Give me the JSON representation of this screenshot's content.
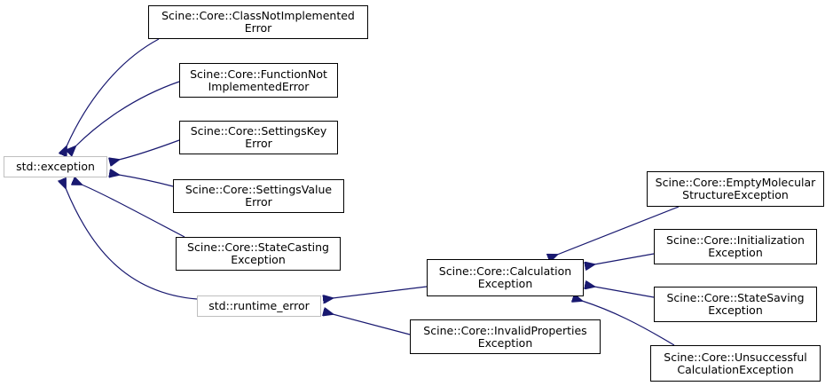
{
  "colors": {
    "edge": "#191970",
    "node_border": "#000000",
    "external_border": "#bfbfbf",
    "background": "#ffffff"
  },
  "nodes": {
    "std_exception": {
      "lines": [
        "std::exception"
      ],
      "external": true
    },
    "runtime_error": {
      "lines": [
        "std::runtime_error"
      ],
      "external": true
    },
    "class_not_implemented": {
      "lines": [
        "Scine::Core::ClassNotImplemented",
        "Error"
      ]
    },
    "function_not_implemented": {
      "lines": [
        "Scine::Core::FunctionNot",
        "ImplementedError"
      ]
    },
    "settings_key": {
      "lines": [
        "Scine::Core::SettingsKey",
        "Error"
      ]
    },
    "settings_value": {
      "lines": [
        "Scine::Core::SettingsValue",
        "Error"
      ]
    },
    "state_casting": {
      "lines": [
        "Scine::Core::StateCasting",
        "Exception"
      ]
    },
    "calculation": {
      "lines": [
        "Scine::Core::Calculation",
        "Exception"
      ]
    },
    "invalid_properties": {
      "lines": [
        "Scine::Core::InvalidProperties",
        "Exception"
      ]
    },
    "empty_molecular": {
      "lines": [
        "Scine::Core::EmptyMolecular",
        "StructureException"
      ]
    },
    "initialization": {
      "lines": [
        "Scine::Core::Initialization",
        "Exception"
      ]
    },
    "state_saving": {
      "lines": [
        "Scine::Core::StateSaving",
        "Exception"
      ]
    },
    "unsuccessful": {
      "lines": [
        "Scine::Core::Unsuccessful",
        "CalculationException"
      ]
    }
  },
  "edges": [
    {
      "from": "class_not_implemented",
      "to": "std_exception"
    },
    {
      "from": "function_not_implemented",
      "to": "std_exception"
    },
    {
      "from": "settings_key",
      "to": "std_exception"
    },
    {
      "from": "settings_value",
      "to": "std_exception"
    },
    {
      "from": "state_casting",
      "to": "std_exception"
    },
    {
      "from": "runtime_error",
      "to": "std_exception"
    },
    {
      "from": "calculation",
      "to": "runtime_error"
    },
    {
      "from": "invalid_properties",
      "to": "runtime_error"
    },
    {
      "from": "empty_molecular",
      "to": "calculation"
    },
    {
      "from": "initialization",
      "to": "calculation"
    },
    {
      "from": "state_saving",
      "to": "calculation"
    },
    {
      "from": "unsuccessful",
      "to": "calculation"
    }
  ]
}
